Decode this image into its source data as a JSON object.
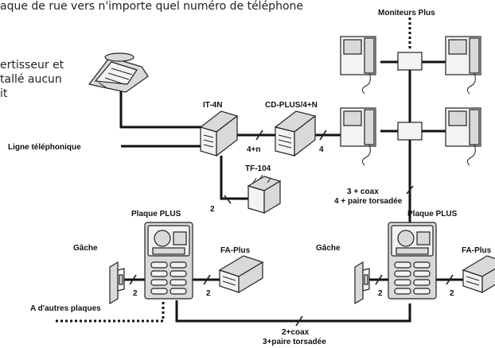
{
  "intro": {
    "line1": "aque de rue vers n'importe quel numéro de téléphone",
    "line2": "ertisseur et",
    "line3": "tallé aucun",
    "line4": "it"
  },
  "labels": {
    "moniteurs_plus": "Moniteurs Plus",
    "it4n": "IT-4N",
    "cdplus": "CD-PLUS/4+N",
    "ligne_tel": "Ligne téléphonique",
    "tf104": "TF-104",
    "n4n": "4+n",
    "n4": "4",
    "n2_tf": "2",
    "coax_a": "3 + coax",
    "coax_b": "4 + paire torsadée",
    "plaque_left": "Plaque PLUS",
    "plaque_right": "Plaque PLUS",
    "gache_left": "Gâche",
    "gache_right": "Gâche",
    "faplus_left": "FA-Plus",
    "faplus_right": "FA-Plus",
    "n2_a": "2",
    "n2_b": "2",
    "n2_c": "2",
    "n2_d": "2",
    "autres": "A d'autres plaques",
    "bottom_a": "2+coax",
    "bottom_b": "3+paire torsadée"
  }
}
